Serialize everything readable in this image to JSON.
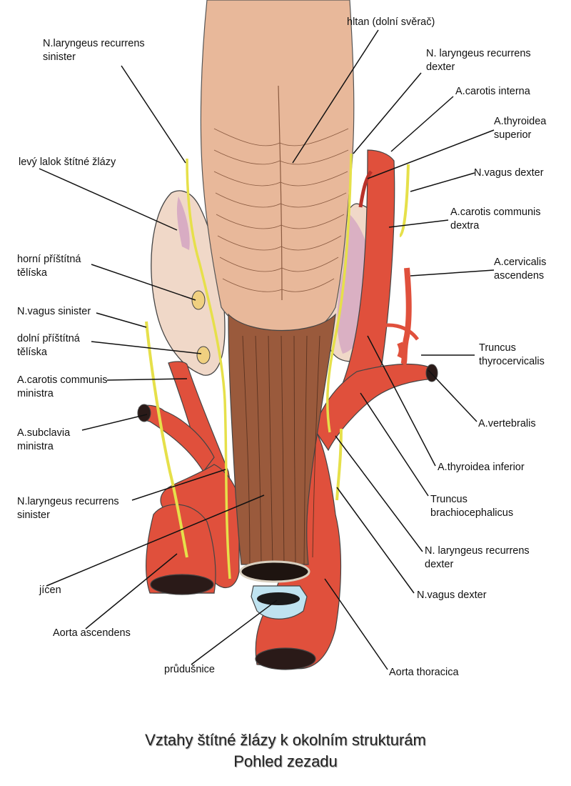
{
  "labels": {
    "hltan": "hltan (dolní svěrač)",
    "n_laryngeus_recurrens_sinister_top": "N.laryngeus recurrens\nsinister",
    "n_laryngeus_recurrens_dexter_top": "N. laryngeus recurrens\ndexter",
    "a_carotis_interna": "A.carotis interna",
    "a_thyroidea_superior": "A.thyroidea\nsuperior",
    "levy_lalok": "levý lalok štítné žlázy",
    "n_vagus_dexter_top": "N.vagus dexter",
    "a_carotis_communis_dextra": "A.carotis communis\ndextra",
    "horni_pristitna": "horní příštítná\ntělíska",
    "a_cervicalis_ascendens": "A.cervicalis\nascendens",
    "n_vagus_sinister": "N.vagus sinister",
    "dolni_pristitna": "dolní příštítná\ntělíska",
    "truncus_thyrocervicalis": "Truncus\nthyrocervicalis",
    "a_carotis_communis_ministra": "A.carotis communis\nministra",
    "a_vertebralis": "A.vertebralis",
    "a_subclavia_ministra": "A.subclavia\nministra",
    "a_thyroidea_inferior": "A.thyroidea inferior",
    "truncus_brachiocephalicus": "Truncus\nbrachiocephalicus",
    "n_laryngeus_recurrens_sinister_bottom": "N.laryngeus recurrens\nsinister",
    "n_laryngeus_recurrens_dexter_bottom": "N. laryngeus recurrens\ndexter",
    "jicen": "jícen",
    "n_vagus_dexter_bottom": "N.vagus dexter",
    "aorta_ascendens": "Aorta ascendens",
    "prudusnice": "průdušnice",
    "aorta_thoracica": "Aorta thoracica"
  },
  "caption": {
    "line1": "Vztahy štítné žlázy k okolním strukturám",
    "line2": "Pohled zezadu"
  },
  "colors": {
    "artery": "#e0503c",
    "artery_dark": "#b8322a",
    "nerve": "#e6e04a",
    "pharynx": "#e8b89a",
    "esophagus": "#9a5a3c",
    "thyroid": "#f0d8c8",
    "parathyroid": "#f0d080",
    "thyroid_purple": "#c890c0",
    "trachea": "#bfe3f0"
  }
}
